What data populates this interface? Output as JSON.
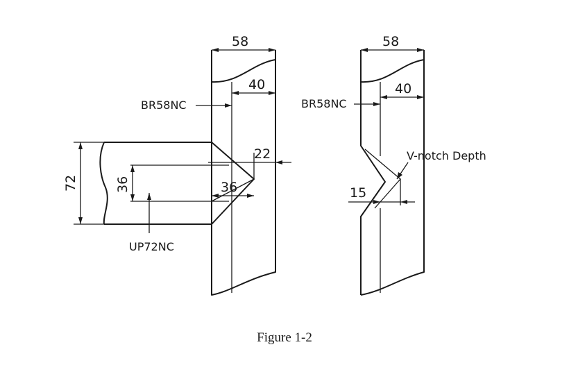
{
  "figure": {
    "caption": "Figure 1-2"
  },
  "left_drawing": {
    "width_dim": "58",
    "inner_width_dim": "40",
    "part_label": "BR58NC",
    "tip_dim": "22",
    "depth_dim": "36",
    "height_dim": "72",
    "gap_dim": "36",
    "punch_label": "UP72NC"
  },
  "right_drawing": {
    "width_dim": "58",
    "inner_width_dim": "40",
    "part_label": "BR58NC",
    "notch_label": "V-notch Depth",
    "notch_dim": "15"
  }
}
